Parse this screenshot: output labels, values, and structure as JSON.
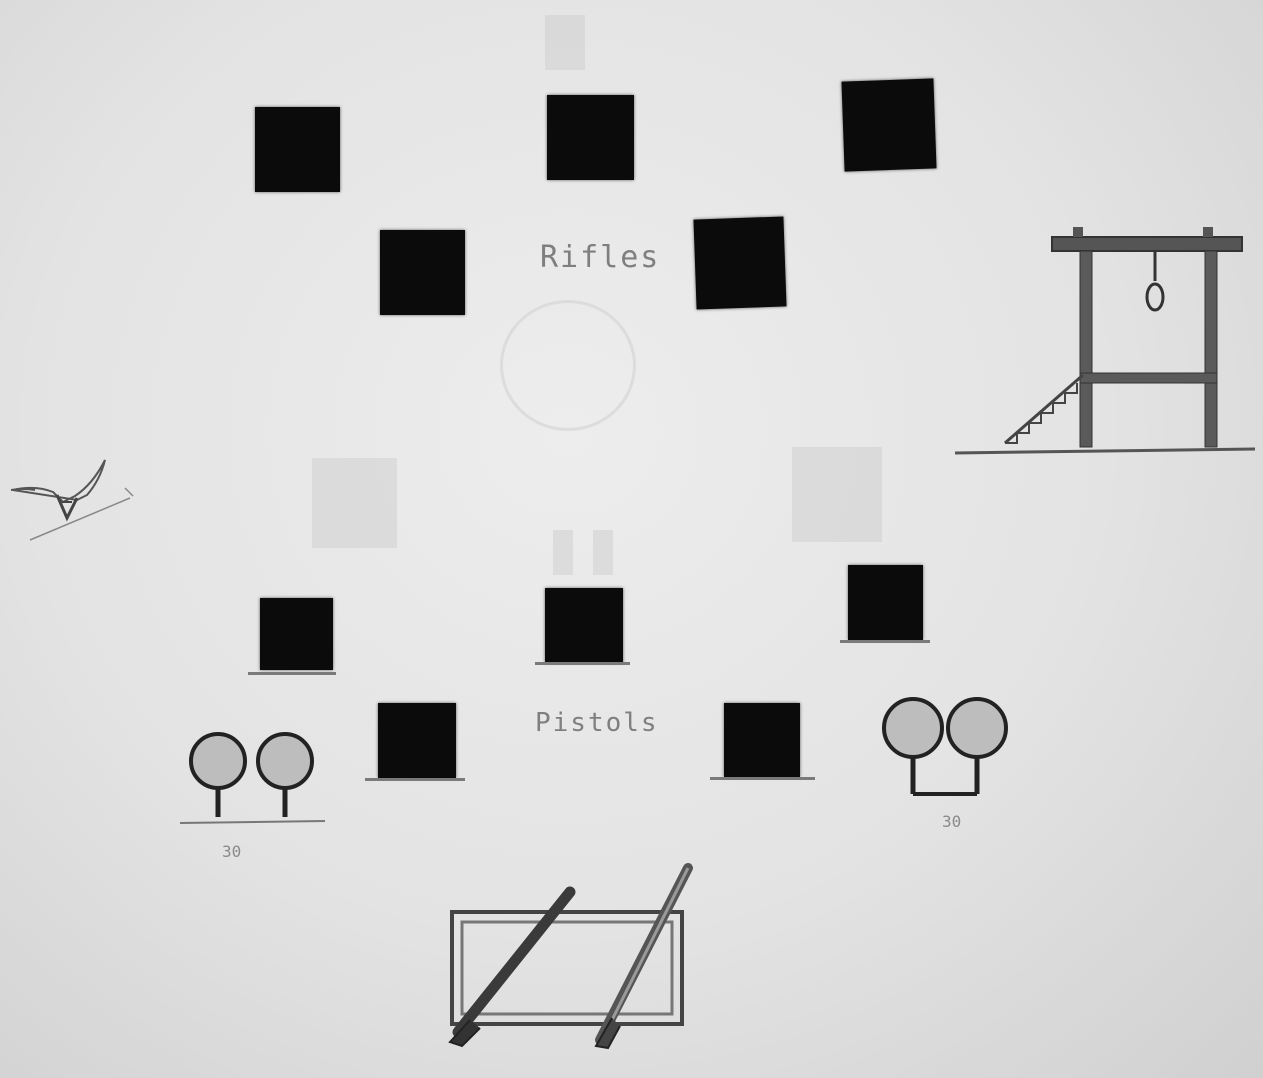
{
  "sections": {
    "rifles_label": "Rifles",
    "pistols_label": "Pistols"
  },
  "steel_targets": {
    "left_label": "30",
    "right_label": "30"
  },
  "colors": {
    "paper": "#e6e6e6",
    "target": "#0b0b0b",
    "ink": "#555555"
  },
  "icons": [
    "longhorn-skull-icon",
    "gallows-icon",
    "steel-target-icon",
    "gun-rack-icon"
  ]
}
